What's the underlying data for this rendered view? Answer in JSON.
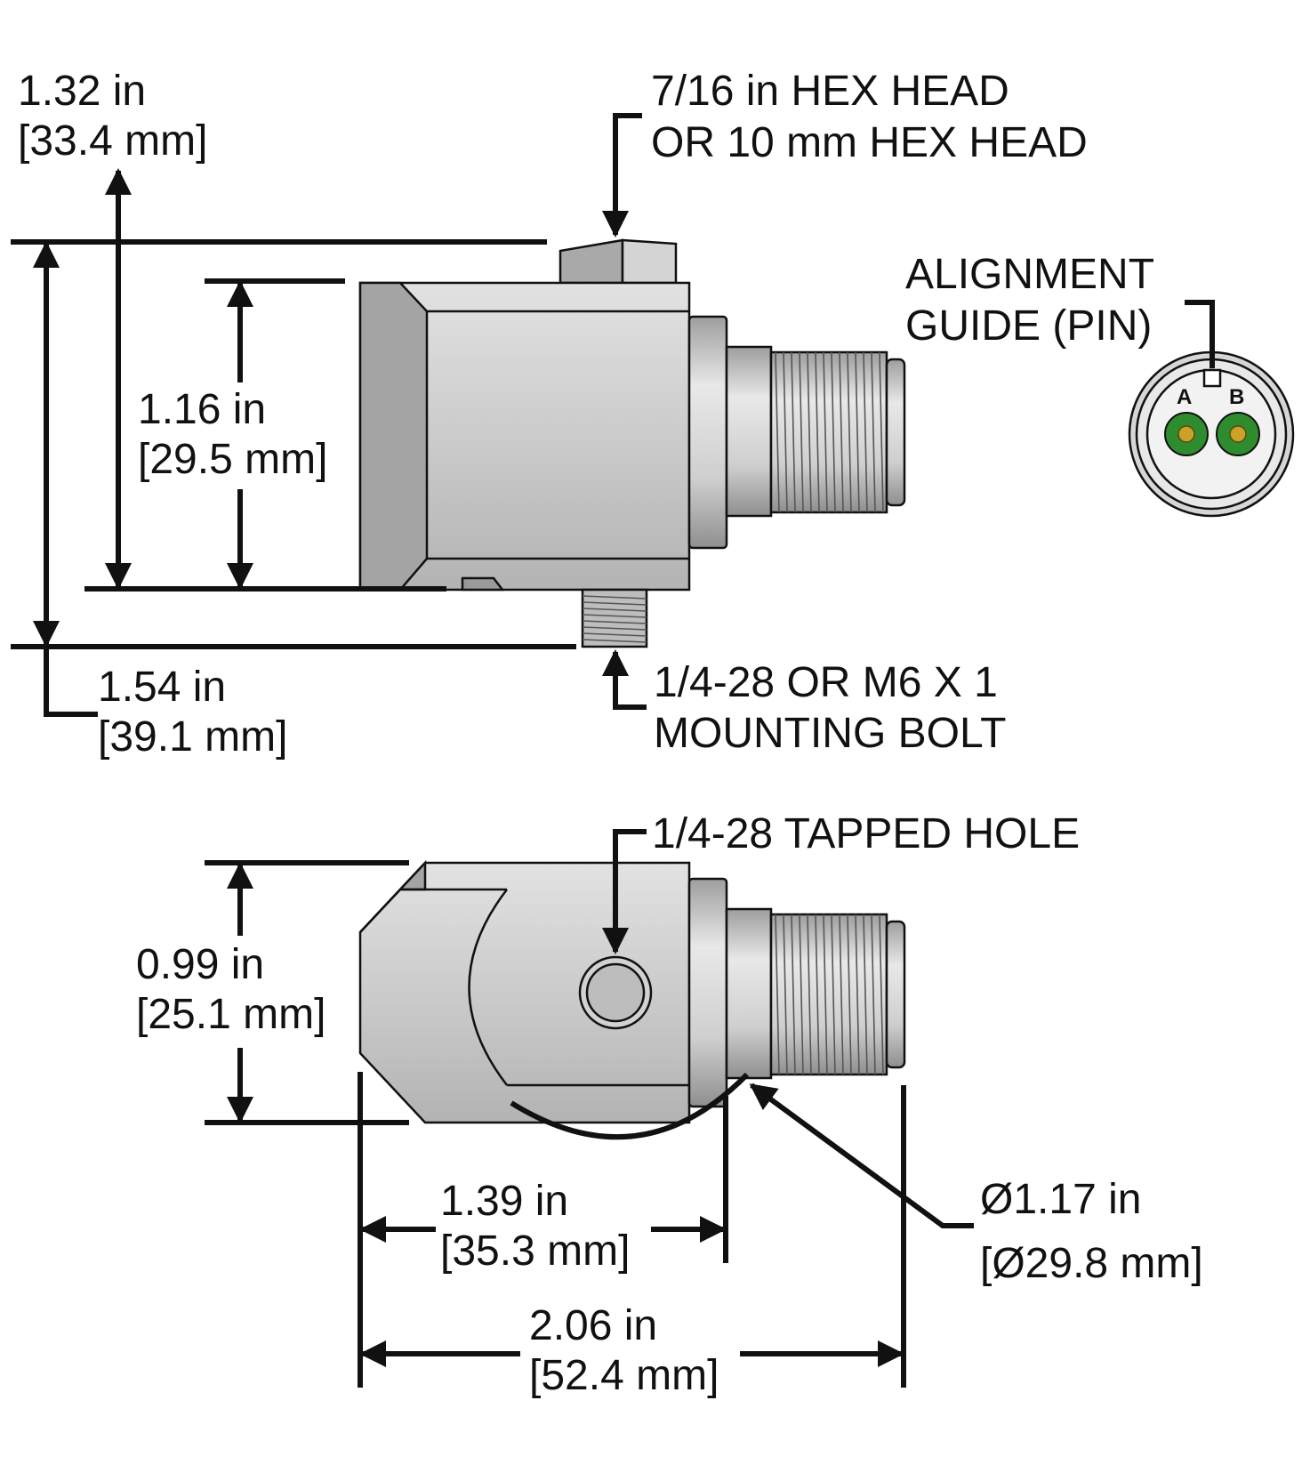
{
  "side_view": {
    "overall_height": {
      "inch": "1.32 in",
      "mm": "[33.4 mm]"
    },
    "body_height": {
      "inch": "1.16 in",
      "mm": "[29.5 mm]"
    },
    "total_height": {
      "inch": "1.54 in",
      "mm": "[39.1 mm]"
    },
    "hex_head_callout": {
      "line1": "7/16 in HEX HEAD",
      "line2": "OR 10 mm HEX HEAD"
    },
    "mounting_bolt_callout": {
      "line1": "1/4-28 OR M6 X 1",
      "line2": "MOUNTING BOLT"
    }
  },
  "connector_view": {
    "alignment_callout": {
      "line1": "ALIGNMENT",
      "line2": "GUIDE (PIN)"
    },
    "pin_a": "A",
    "pin_b": "B"
  },
  "top_view": {
    "tapped_hole_callout": "1/4-28 TAPPED HOLE",
    "body_width": {
      "inch": "0.99 in",
      "mm": "[25.1 mm]"
    },
    "body_length": {
      "inch": "1.39 in",
      "mm": "[35.3 mm]"
    },
    "overall_length": {
      "inch": "2.06 in",
      "mm": "[52.4 mm]"
    },
    "swing_diameter": {
      "inch": "Ø1.17 in",
      "mm": "[Ø29.8 mm]"
    }
  },
  "colors": {
    "line": "#111111",
    "body_face": "#c8c8c8",
    "body_dark": "#9a9a9a",
    "thread": "#bdbdbd",
    "pin_ring": "#2e8b2e",
    "pin_core": "#c9a227"
  }
}
